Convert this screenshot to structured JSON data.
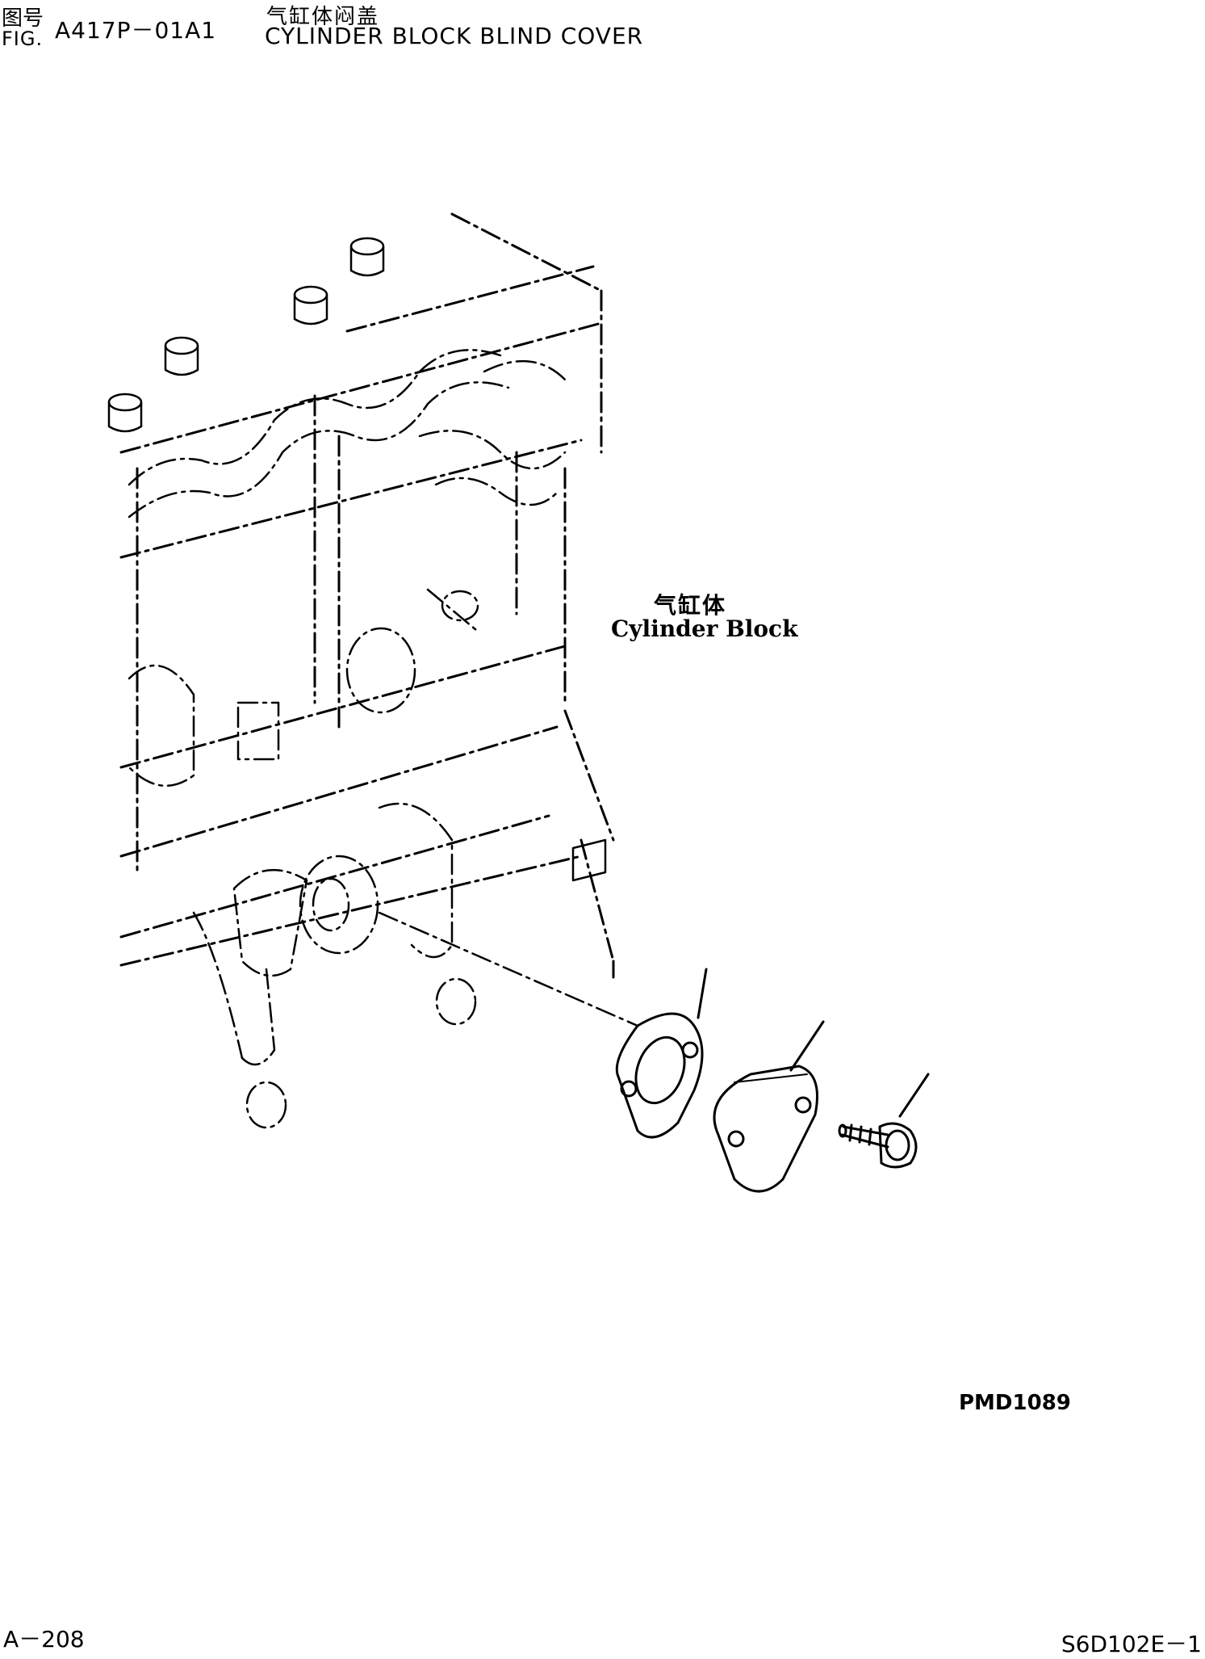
{
  "header": {
    "fig_label_cn": "图号",
    "fig_label_en": "FIG.",
    "fig_number": "A417P－01A1",
    "title_cn": "气缸体闷盖",
    "title_en": "CYLINDER BLOCK BLIND COVER"
  },
  "drawing": {
    "label_cn": "气缸体",
    "label_en": "Cylinder Block",
    "drawing_code": "PMD1089"
  },
  "footer": {
    "page": "A－208",
    "model": "S6D102E－1"
  }
}
